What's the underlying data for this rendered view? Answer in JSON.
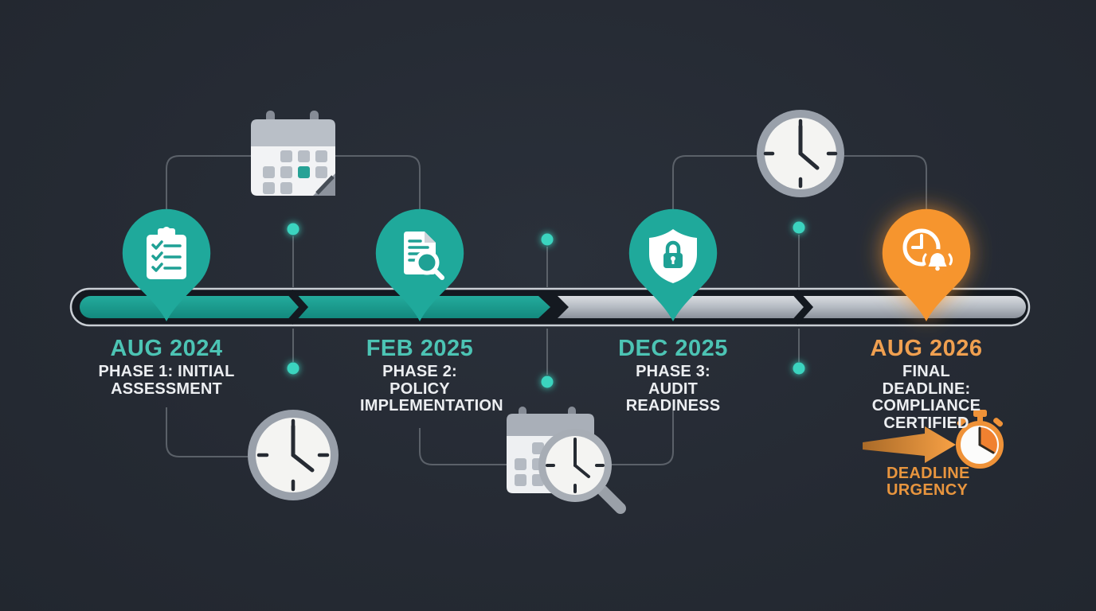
{
  "timeline": {
    "milestones": [
      {
        "date": "AUG 2024",
        "label": "PHASE 1: INITIAL ASSESSMENT",
        "icon": "clipboard-checklist-icon",
        "marker_color": "#1FA99B",
        "date_color": "#4CC4B4",
        "bar_segment_color": "teal"
      },
      {
        "date": "FEB 2025",
        "label": "PHASE 2: POLICY IMPLEMENTATION",
        "icon": "document-search-icon",
        "marker_color": "#1FA99B",
        "date_color": "#4CC4B4",
        "bar_segment_color": "teal"
      },
      {
        "date": "DEC 2025",
        "label": "PHASE 3: AUDIT READINESS",
        "icon": "shield-lock-icon",
        "marker_color": "#1FA99B",
        "date_color": "#4CC4B4",
        "bar_segment_color": "silver"
      },
      {
        "date": "AUG 2026",
        "label": "FINAL DEADLINE: COMPLIANCE CERTIFIED",
        "icon": "clock-alarm-icon",
        "marker_color": "#F6952F",
        "date_color": "#F0A050",
        "bar_segment_color": "silver"
      }
    ],
    "bar": {
      "outline_color": "#C9CED4",
      "completed_color": "#1CA496",
      "remaining_color": "#B9BFC7",
      "separator_style": "chevron"
    }
  },
  "annotation": {
    "label": "DEADLINE URGENCY",
    "color": "#E8953E",
    "icon": "stopwatch-icon",
    "pointer_icon": "arrow-right-icon"
  },
  "decorations": [
    {
      "icon": "calendar-icon",
      "position": "top-left"
    },
    {
      "icon": "clock-icon",
      "position": "bottom-left"
    },
    {
      "icon": "calendar-search-clock-icon",
      "position": "bottom-center"
    },
    {
      "icon": "clock-icon",
      "position": "top-right"
    }
  ],
  "colors": {
    "background": "#252A33",
    "teal": "#1CA496",
    "teal_bright": "#3BD4BF",
    "silver": "#B9BFC7",
    "orange": "#F6952F",
    "text_light": "#ECEEF1",
    "connector": "#5B6169"
  }
}
